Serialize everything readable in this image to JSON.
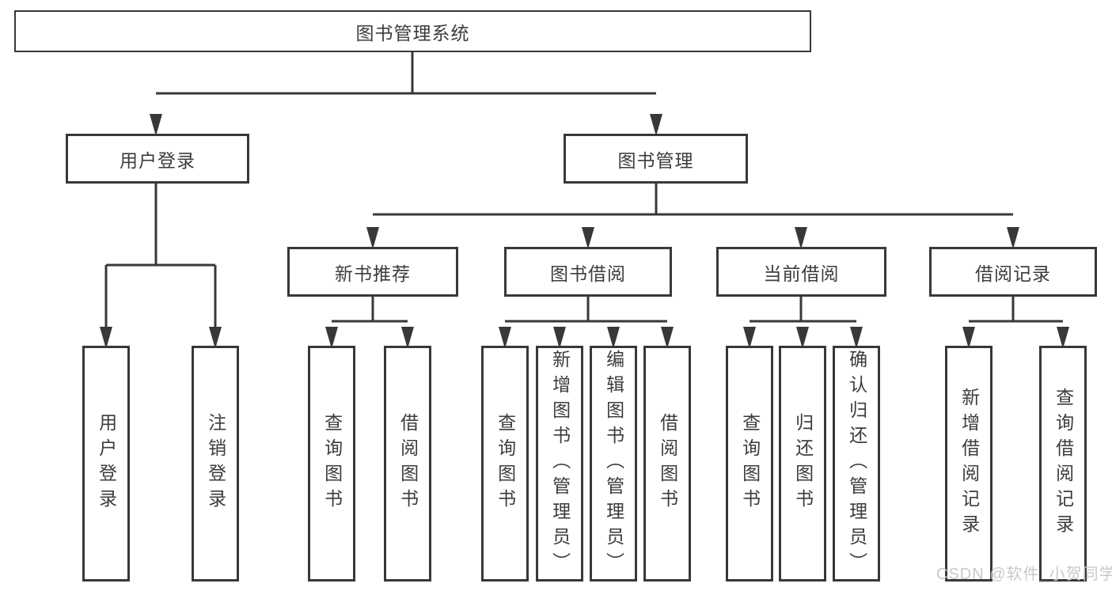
{
  "colors": {
    "line": "#383838",
    "text": "#3c3c3c",
    "watermark": "#c9c9c9",
    "background": "#ffffff"
  },
  "watermark": "CSDN @软件_小贺同学",
  "tree": {
    "root": "图书管理系统",
    "branches": [
      {
        "label": "用户登录",
        "children": [
          "用户登录",
          "注销登录"
        ]
      },
      {
        "label": "图书管理",
        "sections": [
          {
            "label": "新书推荐",
            "children": [
              "查询图书",
              "借阅图书"
            ]
          },
          {
            "label": "图书借阅",
            "children": [
              "查询图书",
              "新增图书（管理员）",
              "编辑图书（管理员）",
              "借阅图书"
            ]
          },
          {
            "label": "当前借阅",
            "children": [
              "查询图书",
              "归还图书",
              "确认归还（管理员）"
            ]
          },
          {
            "label": "借阅记录",
            "children": [
              "新增借阅记录",
              "查询借阅记录"
            ]
          }
        ]
      }
    ]
  }
}
